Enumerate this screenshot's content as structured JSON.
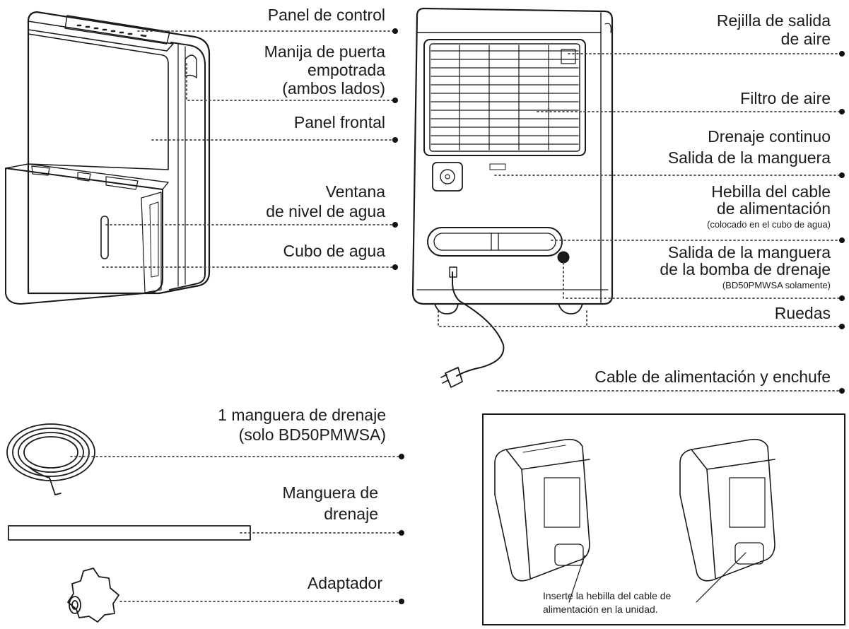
{
  "labels_left": {
    "control_panel": "Panel de control",
    "door_handle_l1": "Manija de puerta",
    "door_handle_l2": "empotrada",
    "door_handle_l3": "(ambos lados)",
    "front_panel": "Panel frontal",
    "water_window_l1": "Ventana",
    "water_window_l2": "de nivel de agua",
    "water_bucket": "Cubo de agua"
  },
  "labels_right": {
    "air_outlet_l1": "Rejilla de salida",
    "air_outlet_l2": "de aire",
    "air_filter": "Filtro de aire",
    "continuous_drain_l1": "Drenaje continuo",
    "continuous_drain_l2": "Salida de la manguera",
    "cord_buckle_l1": "Hebilla del cable",
    "cord_buckle_l2": "de alimentación",
    "cord_buckle_note": "(colocado en el cubo de agua)",
    "pump_outlet_l1": "Salida de la manguera",
    "pump_outlet_l2": "de la bomba de drenaje",
    "pump_outlet_note": "(BD50PMWSA solamente)",
    "wheels": "Ruedas",
    "power_cord": "Cable de alimentación y enchufe"
  },
  "accessories": {
    "pump_hose_l1": "1 manguera de drenaje",
    "pump_hose_l2": "(solo BD50PMWSA)",
    "drain_hose_l1": "Manguera de",
    "drain_hose_l2": "drenaje",
    "adapter": "Adaptador"
  },
  "inset": {
    "note_l1": "Inserte la hebilla del cable de",
    "note_l2": "alimentación en la unidad."
  },
  "colors": {
    "line": "#1a1a1a",
    "leader_dot": "#111111",
    "leader_dotted": "#444444"
  }
}
